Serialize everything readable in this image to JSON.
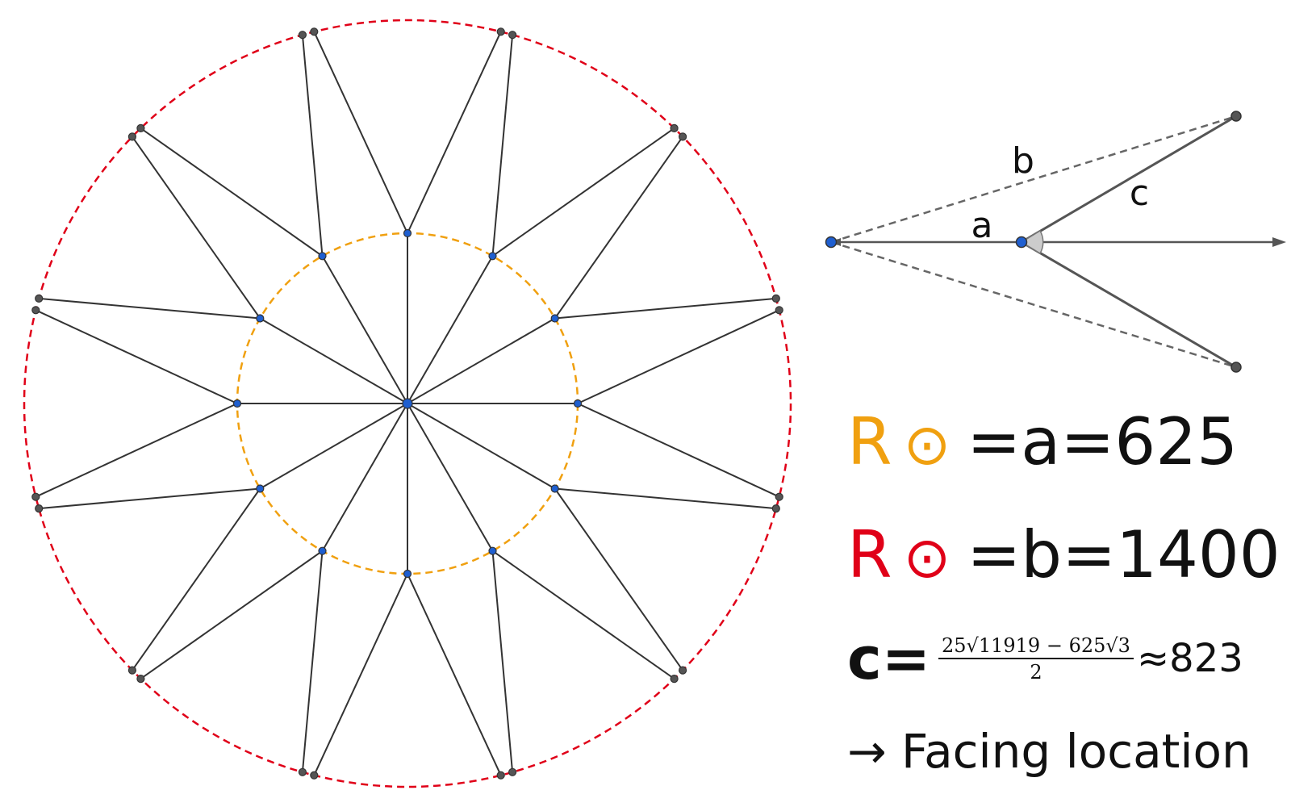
{
  "colors": {
    "inner_circle": "#f0a010",
    "outer_circle": "#e00018",
    "inner_point": "#1f5fd0",
    "outer_point": "#555555",
    "line": "#333333",
    "text": "#111111"
  },
  "diagram": {
    "star_points": 12,
    "inner_radius_value": 625,
    "outer_radius_value": 1400,
    "inner_circle_style": "dashed",
    "outer_circle_style": "dashed"
  },
  "triangle_labels": {
    "a": "a",
    "b": "b",
    "c": "c"
  },
  "equations": {
    "inner": {
      "r_symbol": "R",
      "sun_symbol": "⊙",
      "equals": "=",
      "variable": "a",
      "value": "625"
    },
    "outer": {
      "r_symbol": "R",
      "sun_symbol": "⊙",
      "equals": "=",
      "variable": "b",
      "value": "1400"
    },
    "c_formula": {
      "variable": "c",
      "equals": "=",
      "numerator": "25√11919 − 625√3",
      "denominator": "2",
      "approx": "≈823"
    },
    "facing": "→ Facing location"
  }
}
